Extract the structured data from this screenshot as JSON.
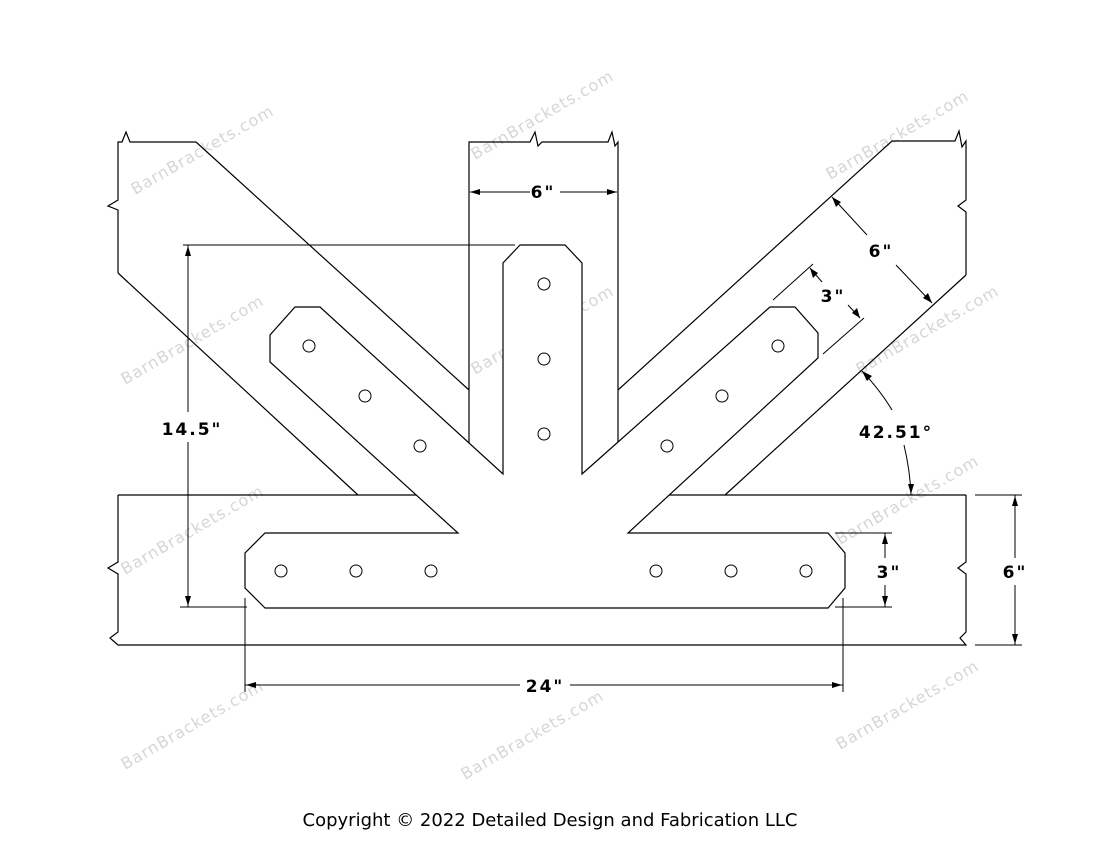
{
  "drawing": {
    "watermark": "BarnBrackets.com",
    "dimensions": {
      "post_width": "6\"",
      "brace_width": "6\"",
      "brace_plate_width": "3\"",
      "brace_angle": "42.51°",
      "plate_height": "14.5\"",
      "beam_plate_width": "3\"",
      "beam_width": "6\"",
      "plate_length": "24\""
    }
  },
  "footer": {
    "copyright": "Copyright © 2022 Detailed Design and Fabrication LLC"
  }
}
